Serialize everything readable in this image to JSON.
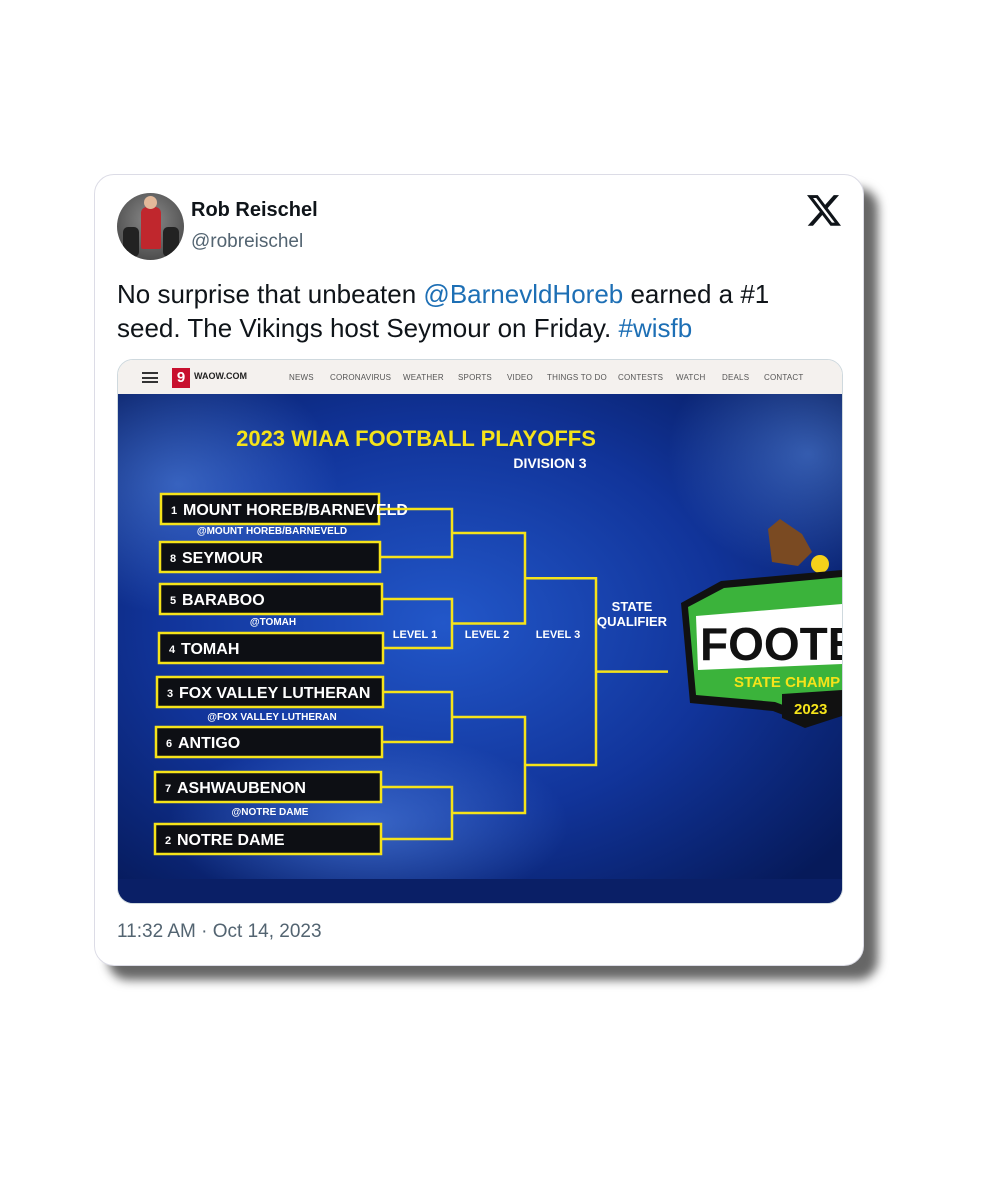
{
  "tweet": {
    "author_name": "Rob Reischel",
    "author_handle": "@robreischel",
    "icons": {
      "platform": "x-logo-icon",
      "avatar": "profile-photo"
    },
    "text_parts": [
      {
        "text": "No surprise that unbeaten ",
        "kind": "plain"
      },
      {
        "text": "@BarnevldHoreb",
        "kind": "mention"
      },
      {
        "text": " earned a #1 seed. The Vikings host Seymour on Friday. ",
        "kind": "plain"
      },
      {
        "text": "#wisfb",
        "kind": "hashtag"
      }
    ],
    "timestamp": "11:32 AM · Oct 14, 2023",
    "link_color": "#1d6fb5"
  },
  "media": {
    "site": {
      "logo_number": "9",
      "logo_text": "WAOW.COM",
      "nav_items": [
        "NEWS",
        "CORONAVIRUS",
        "WEATHER",
        "SPORTS",
        "VIDEO",
        "THINGS TO DO",
        "CONTESTS",
        "WATCH",
        "DEALS",
        "CONTACT"
      ]
    },
    "bracket": {
      "title": "2023 WIAA FOOTBALL PLAYOFFS",
      "subtitle": "DIVISION 3",
      "level_labels": [
        "LEVEL 1",
        "LEVEL 2",
        "LEVEL 3"
      ],
      "final_label": [
        "STATE",
        "QUALIFIER"
      ],
      "teams": [
        {
          "seed": "1",
          "name": "MOUNT HOREB/BARNEVELD"
        },
        {
          "seed": "8",
          "name": "SEYMOUR"
        },
        {
          "seed": "5",
          "name": "BARABOO"
        },
        {
          "seed": "4",
          "name": "TOMAH"
        },
        {
          "seed": "3",
          "name": "FOX VALLEY LUTHERAN"
        },
        {
          "seed": "6",
          "name": "ANTIGO"
        },
        {
          "seed": "7",
          "name": "ASHWAUBENON"
        },
        {
          "seed": "2",
          "name": "NOTRE DAME"
        }
      ],
      "sites": [
        "@MOUNT HOREB/BARNEVELD",
        "@TOMAH",
        "@FOX VALLEY LUTHERAN",
        "@NOTRE DAME"
      ],
      "badge": {
        "big": "FOOTB",
        "line2": "STATE CHAMP",
        "year": "2023"
      },
      "colors": {
        "accent": "#f5e31a",
        "box": "#0d0f14",
        "bg": "#11349a"
      }
    }
  }
}
